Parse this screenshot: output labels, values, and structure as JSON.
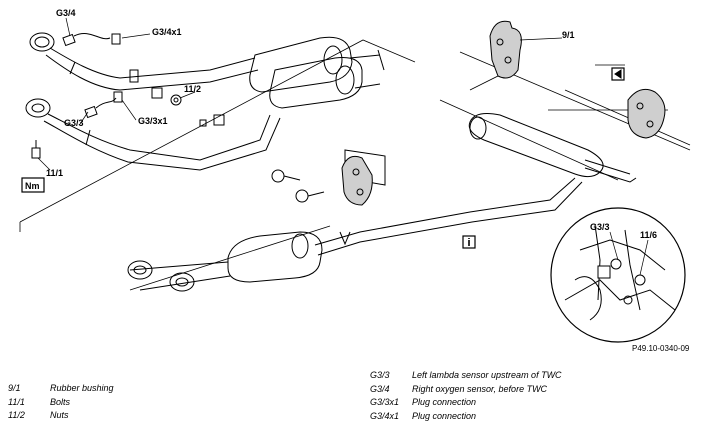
{
  "labels": {
    "g3_4": "G3/4",
    "g3_4x1": "G3/4x1",
    "g3_3": "G3/3",
    "g3_3x1": "G3/3x1",
    "p9_1": "9/1",
    "p11_1": "11/1",
    "p11_2": "11/2",
    "nm": "Nm",
    "inset_g3_3": "G3/3",
    "inset_11_6": "11/6"
  },
  "reference_code": "P49.10-0340-09",
  "legend_left": [
    {
      "code": "9/1",
      "text": "Rubber bushing"
    },
    {
      "code": "11/1",
      "text": "Bolts"
    },
    {
      "code": "11/2",
      "text": "Nuts"
    }
  ],
  "legend_right": [
    {
      "code": "G3/3",
      "text": "Left lambda sensor upstream of TWC"
    },
    {
      "code": "G3/4",
      "text": "Right oxygen sensor, before TWC"
    },
    {
      "code": "G3/3x1",
      "text": "Plug connection"
    },
    {
      "code": "G3/4x1",
      "text": "Plug connection"
    }
  ],
  "icons": {
    "info_box": "info-i-icon",
    "arrow_box": "arrow-left-icon",
    "torque_box": "torque-nm-icon"
  }
}
